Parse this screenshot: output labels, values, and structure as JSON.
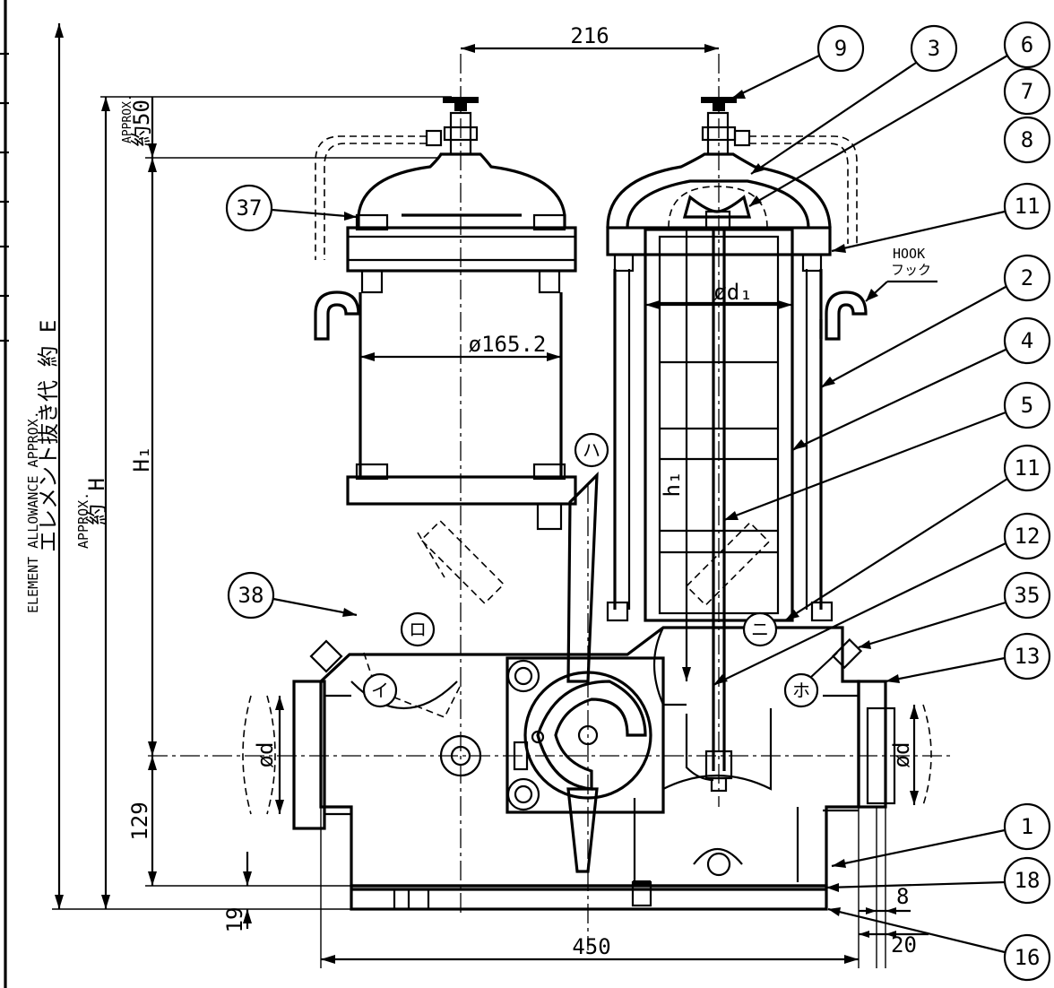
{
  "dimensions": {
    "top_spacing": "216",
    "body_width": "450",
    "inner_dia": "ø165.2",
    "element_dia": "ød₁",
    "element_len": "h₁",
    "height_h1": "H₁",
    "height_129": "129",
    "height_19": "19",
    "right_8": "8",
    "right_20": "20",
    "port_left": "ød",
    "port_right": "ød",
    "approx_50_en": "APPROX.",
    "approx_50_jp": "約50",
    "overall_h_en": "APPROX.",
    "overall_h_jp": "約 H",
    "element_allowance_en": "ELEMENT ALLOWANCE APPROX.",
    "element_allowance_jp": "エレメント抜き代 約 E"
  },
  "hook": {
    "en": "HOOK",
    "jp": "フック"
  },
  "balloons": [
    "9",
    "3",
    "6",
    "7",
    "8",
    "37",
    "11",
    "2",
    "4",
    "5",
    "11",
    "12",
    "35",
    "13",
    "1",
    "18",
    "16",
    "38"
  ],
  "katakana_marks": [
    "ハ",
    "ロ",
    "ニ",
    "イ",
    "ホ"
  ]
}
